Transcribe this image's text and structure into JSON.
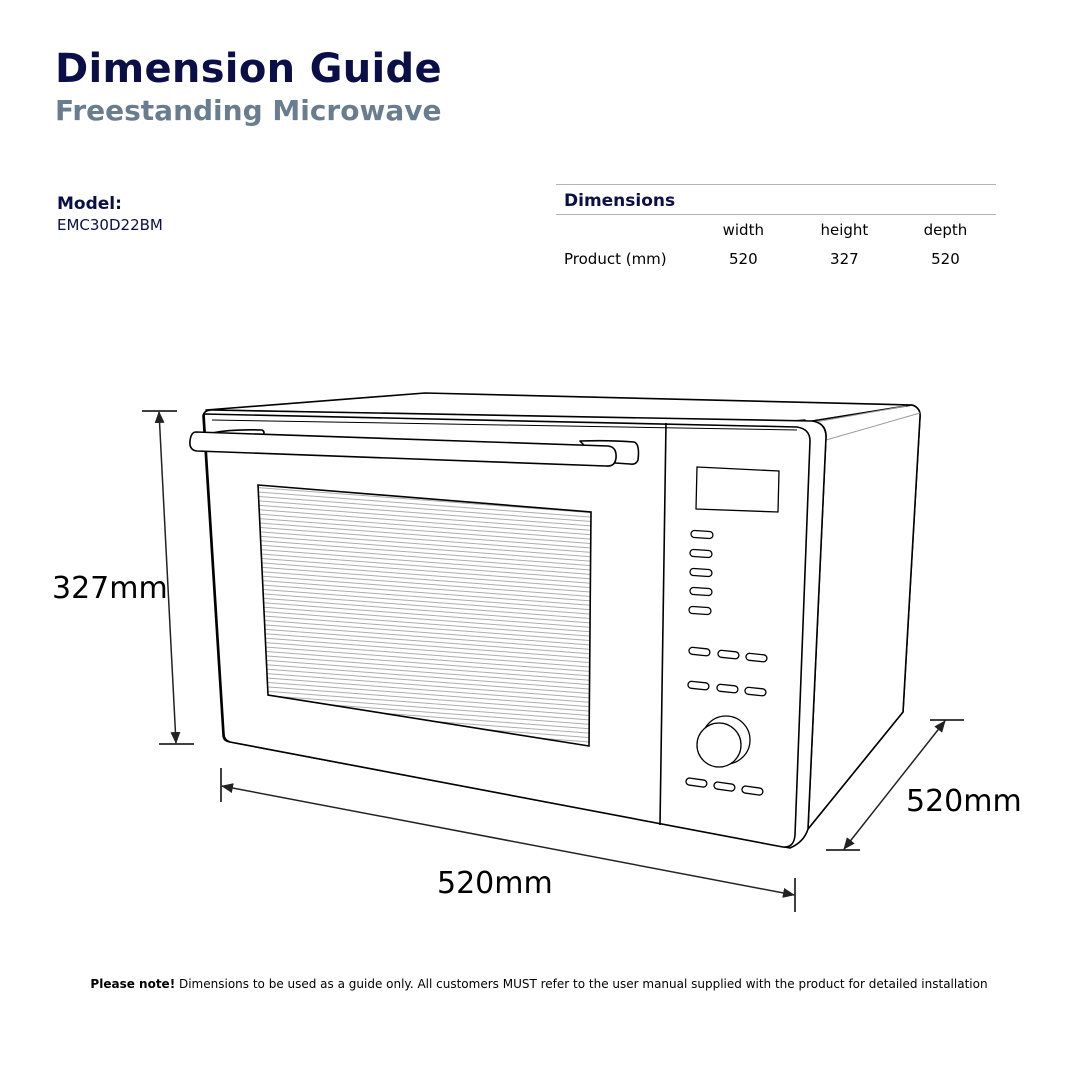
{
  "header": {
    "title": "Dimension Guide",
    "subtitle": "Freestanding Microwave"
  },
  "model": {
    "label": "Model:",
    "value": "EMC30D22BM"
  },
  "dimensions_table": {
    "heading": "Dimensions",
    "columns": [
      "width",
      "height",
      "depth"
    ],
    "rows": [
      {
        "label": "Product (mm)",
        "values": [
          "520",
          "327",
          "520"
        ]
      }
    ]
  },
  "drawing": {
    "height_label": "327mm",
    "width_label": "520mm",
    "depth_label": "520mm"
  },
  "note": {
    "prefix": "Please note!",
    "text": " Dimensions to be used as a guide only. All customers MUST refer to the user manual supplied with the product for detailed installation"
  }
}
